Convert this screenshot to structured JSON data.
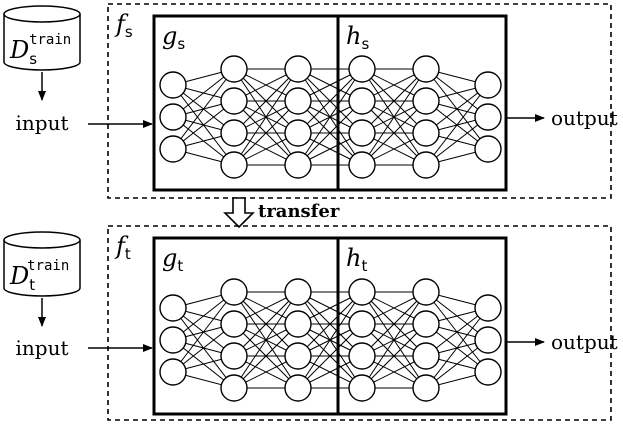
{
  "top_panel": {
    "dataset": {
      "letter": "D",
      "sub": "s",
      "sup": "train"
    },
    "input_label": "input",
    "output_label": "output",
    "model": {
      "letter": "f",
      "sub": "s"
    },
    "extractor": {
      "letter": "g",
      "sub": "s"
    },
    "head": {
      "letter": "h",
      "sub": "s"
    }
  },
  "transfer_label": "transfer",
  "bottom_panel": {
    "dataset": {
      "letter": "D",
      "sub": "t",
      "sup": "train"
    },
    "input_label": "input",
    "output_label": "output",
    "model": {
      "letter": "f",
      "sub": "t"
    },
    "extractor": {
      "letter": "g",
      "sub": "t"
    },
    "head": {
      "letter": "h",
      "sub": "t"
    }
  },
  "network": {
    "layer_node_counts": [
      3,
      4,
      4,
      4,
      4,
      3
    ]
  }
}
